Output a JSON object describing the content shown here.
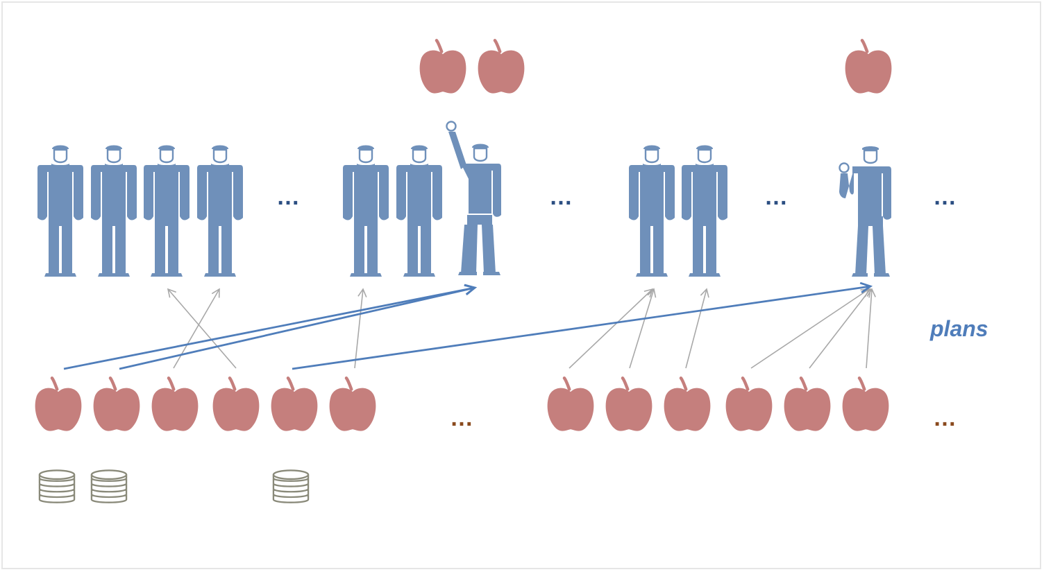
{
  "label": "plans",
  "ellipsis_people": "…",
  "ellipsis_apples": "…",
  "icons": {
    "person": "person-icon",
    "raising_hand_person": "person-raising-hand-icon",
    "apple": "apple-icon",
    "coin_stack": "coin-stack-icon"
  },
  "colors": {
    "person": "#6f90ba",
    "apple": "#c57f7d",
    "coins": "#8a8a7a",
    "thin_arrow": "#a8a8a8",
    "plan_arrow": "#4f7dba",
    "people_ellipsis": "#2c4f82",
    "apple_ellipsis": "#8a4a1e",
    "label": "#4f7dba"
  },
  "people": [
    {
      "pose": "standing"
    },
    {
      "pose": "standing"
    },
    {
      "pose": "standing"
    },
    {
      "pose": "standing"
    },
    {
      "pose": "standing"
    },
    {
      "pose": "standing"
    },
    {
      "pose": "raising-arm",
      "rewarded_apples": 2
    },
    {
      "pose": "standing"
    },
    {
      "pose": "standing"
    },
    {
      "pose": "raising-hand",
      "rewarded_apples": 1
    }
  ],
  "apples_row_count": 12,
  "coin_stacks_count": 3
}
